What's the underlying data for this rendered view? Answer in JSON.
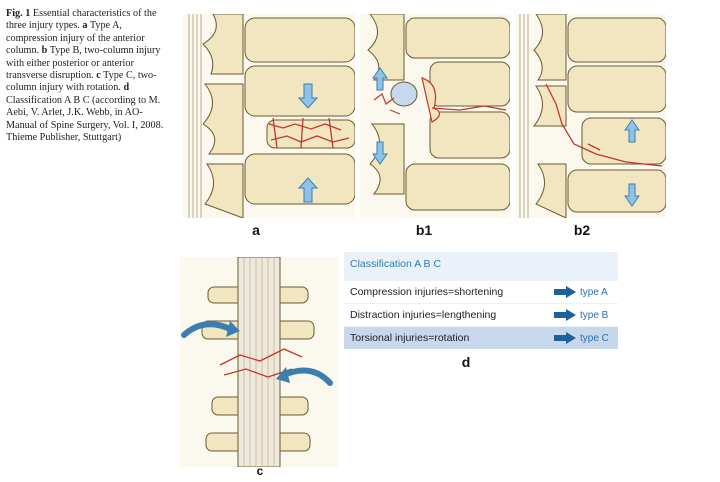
{
  "caption": {
    "fig_label": "Fig. 1",
    "text": "Essential characteristics of the three injury types.",
    "a_label": "a",
    "a_text": "Type A, compression injury of the anterior column.",
    "b_label": "b",
    "b_text": "Type B, two-column injury with either posterior or anterior transverse disruption.",
    "c_label": "c",
    "c_text": "Type C, two-column injury with rotation.",
    "d_label": "d",
    "d_text": "Classification A B C (according to M. Aebi, V. Arlet, J.K. Webb, in AO-Manual of Spine Surgery, Vol. I, 2008. Thieme Publisher, Stuttgart)"
  },
  "panels": {
    "a": "a",
    "b1": "b1",
    "b2": "b2",
    "c": "c",
    "d": "d"
  },
  "classification": {
    "title": "Classification A B C",
    "rows": [
      {
        "label": "Compression injuries=shortening",
        "type": "type A"
      },
      {
        "label": "Distraction injuries=lengthening",
        "type": "type B"
      },
      {
        "label": "Torsional injuries=rotation",
        "type": "type C"
      }
    ]
  },
  "colors": {
    "bone": "#f1e6bf",
    "bone_outline": "#6b5a34",
    "fracture": "#c0392b",
    "arrow_blue": "#4a90c8",
    "table_bg": "#eaf1f8",
    "table_highlight": "#c8d8ec",
    "accent": "#2a7fb8"
  }
}
